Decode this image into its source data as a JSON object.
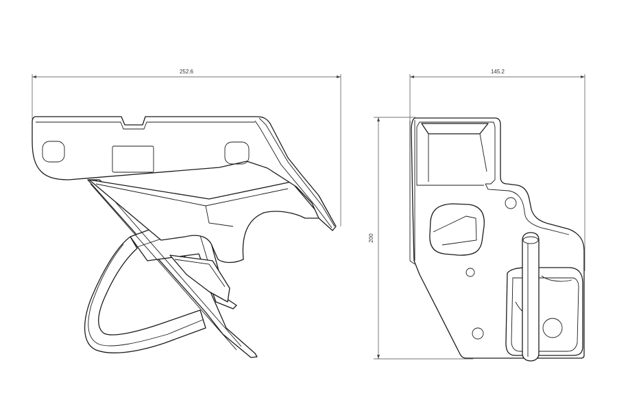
{
  "views": {
    "side_view": {
      "width_dimension": "252.6"
    },
    "front_view": {
      "width_dimension": "145.2",
      "height_dimension": "200"
    }
  },
  "colors": {
    "line": "#1a1a1a",
    "dimension": "#444444",
    "background": "#ffffff"
  }
}
